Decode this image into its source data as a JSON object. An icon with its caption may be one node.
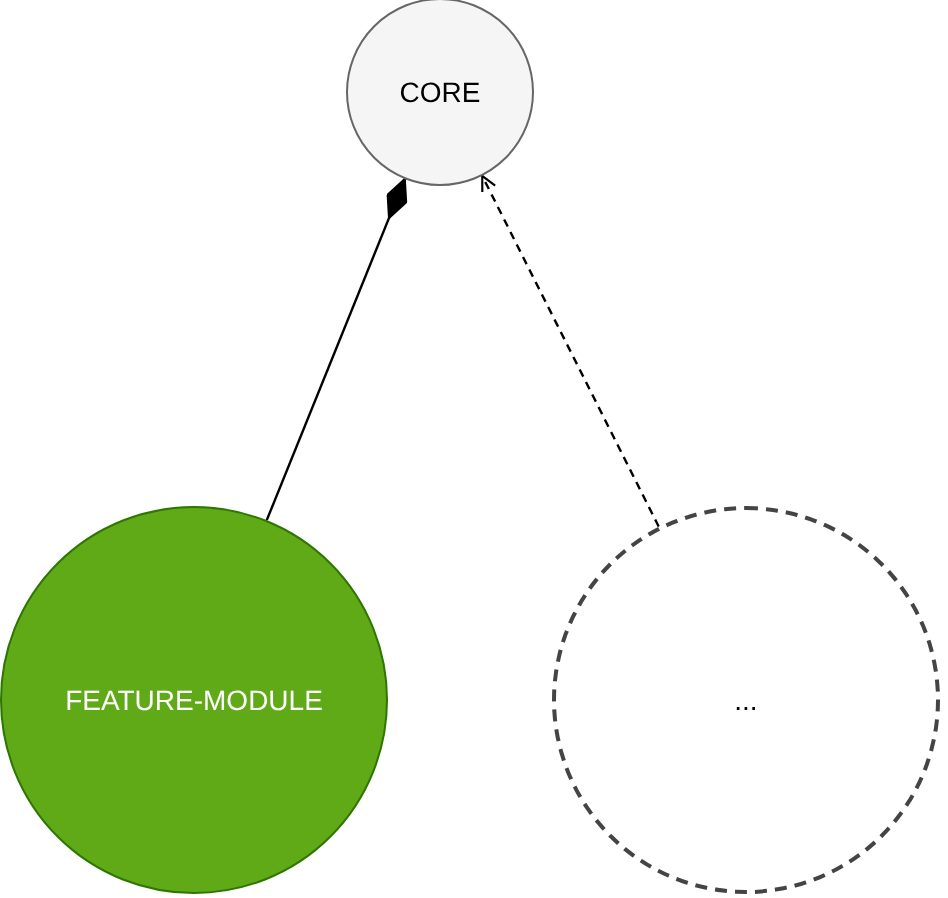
{
  "diagram": {
    "nodes": [
      {
        "text": [
          "CORE"
        ]
      },
      {
        "text": [
          "FEATURE-MODULE"
        ]
      },
      {
        "text": [
          "..."
        ]
      }
    ],
    "edges": [
      {
        "from": 1,
        "to": 0,
        "arrow": "other"
      },
      {
        "from": 2,
        "to": 0,
        "arrow": "to",
        "style": "dashed"
      }
    ]
  }
}
